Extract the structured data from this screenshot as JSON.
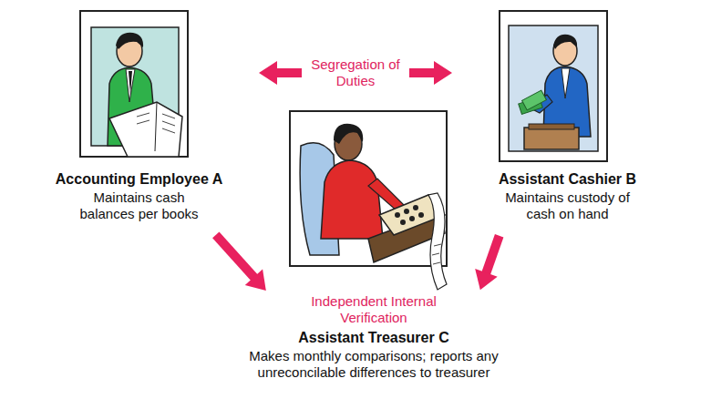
{
  "diagram": {
    "nodes": [
      {
        "text": [
          "Accounting Employee A",
          "Maintains cash balances per books"
        ]
      },
      {
        "text": [
          "Assistant Cashier B",
          "Maintains custody of cash on hand"
        ]
      },
      {
        "text": [
          "Independent Internal Verification",
          "Assistant Treasurer C",
          "Makes monthly comparisons; reports any unreconcilable differences to treasurer"
        ]
      }
    ],
    "edges": [
      {
        "from": 0,
        "to": 1,
        "arrow": "both",
        "label": "Segregation of Duties"
      },
      {
        "from": 0,
        "to": 2,
        "arrow": "to"
      },
      {
        "from": 1,
        "to": 2,
        "arrow": "to"
      }
    ]
  }
}
